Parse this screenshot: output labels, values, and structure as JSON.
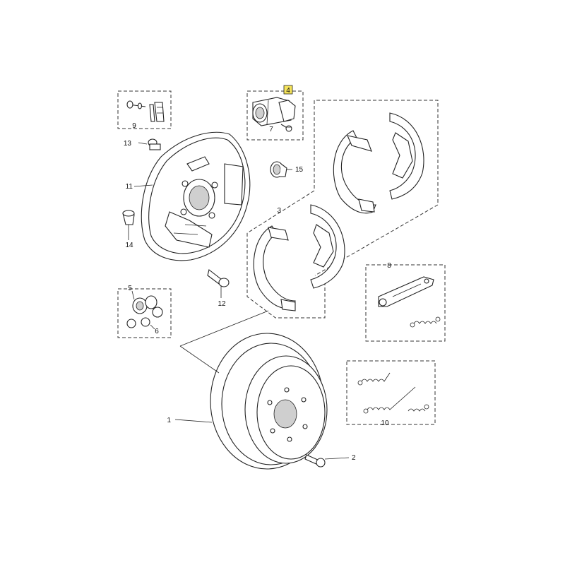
{
  "diagram": {
    "type": "exploded-parts-diagram",
    "highlight_color": "#f5e35a",
    "callouts": [
      {
        "id": "c1",
        "label": "1"
      },
      {
        "id": "c2",
        "label": "2"
      },
      {
        "id": "c3",
        "label": "3"
      },
      {
        "id": "c4",
        "label": "4",
        "highlighted": true
      },
      {
        "id": "c5",
        "label": "5"
      },
      {
        "id": "c6",
        "label": "6"
      },
      {
        "id": "c7",
        "label": "7"
      },
      {
        "id": "c8",
        "label": "8"
      },
      {
        "id": "c9",
        "label": "9"
      },
      {
        "id": "c10",
        "label": "10"
      },
      {
        "id": "c11",
        "label": "11"
      },
      {
        "id": "c12",
        "label": "12"
      },
      {
        "id": "c13",
        "label": "13"
      },
      {
        "id": "c14",
        "label": "14"
      },
      {
        "id": "c15",
        "label": "15"
      }
    ]
  }
}
